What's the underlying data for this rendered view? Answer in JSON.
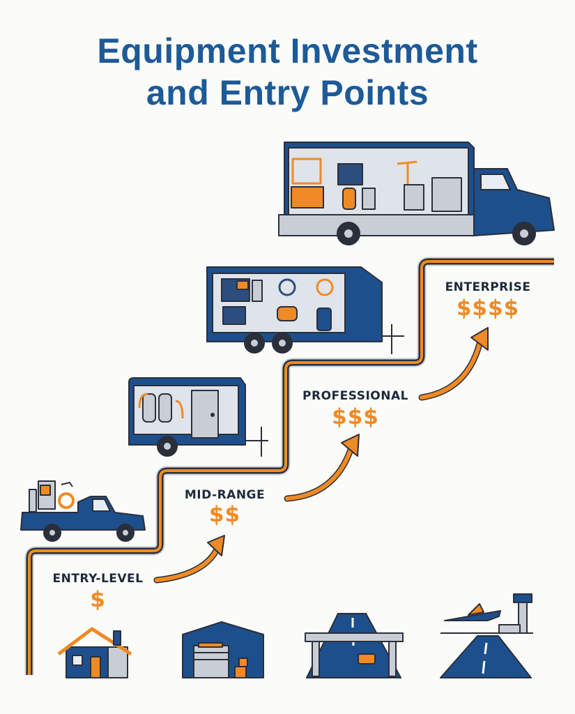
{
  "title": {
    "line1": "Equipment Investment",
    "line2": "and Entry Points"
  },
  "colors": {
    "navy": "#1d4f8c",
    "orange": "#f08a24",
    "outline": "#2b2f3a",
    "steel": "#c9ced6"
  },
  "tiers": [
    {
      "label": "ENTRY-LEVEL",
      "cost": "$",
      "vehicle": "pickup-truck-icon",
      "setting": "house-icon"
    },
    {
      "label": "MID-RANGE",
      "cost": "$$",
      "vehicle": "small-trailer-icon",
      "setting": "warehouse-icon"
    },
    {
      "label": "PROFESSIONAL",
      "cost": "$$$",
      "vehicle": "large-trailer-icon",
      "setting": "highway-bridge-icon"
    },
    {
      "label": "ENTERPRISE",
      "cost": "$$$$",
      "vehicle": "box-truck-icon",
      "setting": "airport-icon"
    }
  ]
}
